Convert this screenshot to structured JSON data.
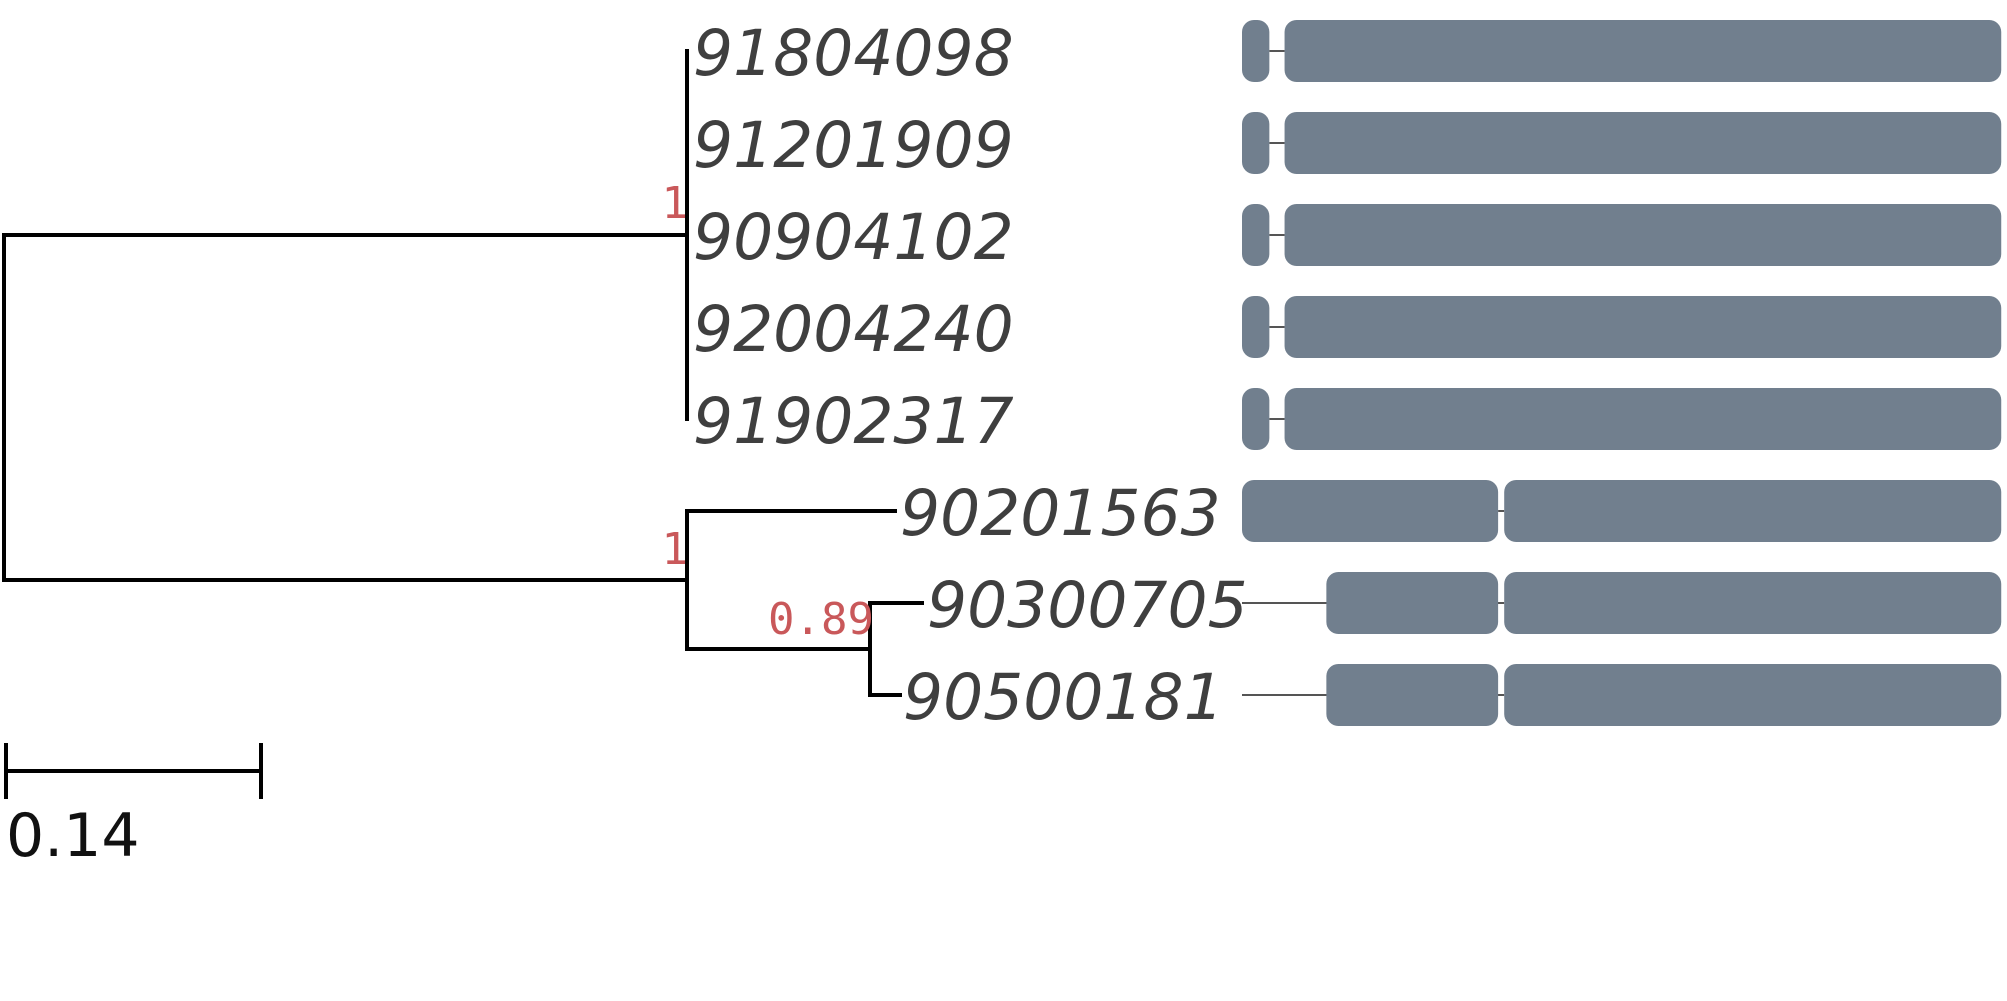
{
  "colors": {
    "branch": "#000000",
    "label": "#3f3f3f",
    "support": "#c9585a",
    "block": "#717f8e",
    "connector": "#555555"
  },
  "leaves": [
    {
      "id": "91804098",
      "domains": [
        [
          0.0,
          0.036
        ],
        [
          0.056,
          0.999
        ]
      ]
    },
    {
      "id": "91201909",
      "domains": [
        [
          0.0,
          0.036
        ],
        [
          0.056,
          0.999
        ]
      ]
    },
    {
      "id": "90904102",
      "domains": [
        [
          0.0,
          0.036
        ],
        [
          0.056,
          0.999
        ]
      ]
    },
    {
      "id": "92004240",
      "domains": [
        [
          0.0,
          0.036
        ],
        [
          0.056,
          0.999
        ]
      ]
    },
    {
      "id": "91902317",
      "domains": [
        [
          0.0,
          0.036
        ],
        [
          0.056,
          0.999
        ]
      ]
    },
    {
      "id": "90201563",
      "domains": [
        [
          0.0,
          0.337
        ],
        [
          0.345,
          0.999
        ]
      ]
    },
    {
      "id": "90300705",
      "domains": [
        [
          0.111,
          0.337
        ],
        [
          0.345,
          0.999
        ]
      ]
    },
    {
      "id": "90500181",
      "domains": [
        [
          0.111,
          0.337
        ],
        [
          0.345,
          0.999
        ]
      ]
    }
  ],
  "supports": [
    "1",
    "1",
    "0.89"
  ],
  "scale_bar": {
    "label": "0.14"
  }
}
